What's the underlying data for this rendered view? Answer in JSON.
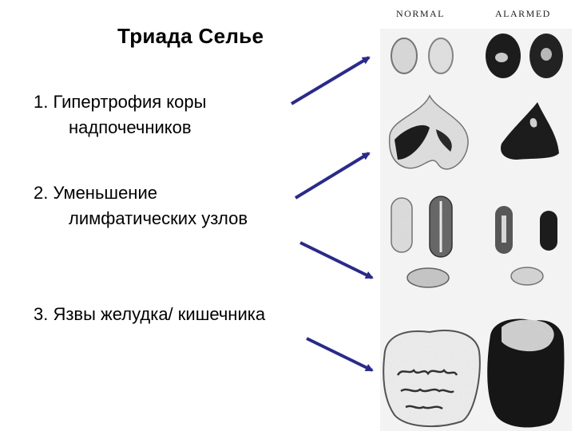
{
  "slide": {
    "title": "Триада Селье",
    "items": [
      {
        "line1": "1. Гипертрофия коры",
        "line2": "надпочечников"
      },
      {
        "line1": "2. Уменьшение",
        "line2": "лимфатических узлов"
      },
      {
        "line1": "3. Язвы желудка/ кишечника",
        "line2": ""
      }
    ],
    "arrow_color": "#2a2a8c"
  },
  "figure": {
    "normal_label": "NORMAL",
    "alarmed_label": "ALARMED"
  }
}
